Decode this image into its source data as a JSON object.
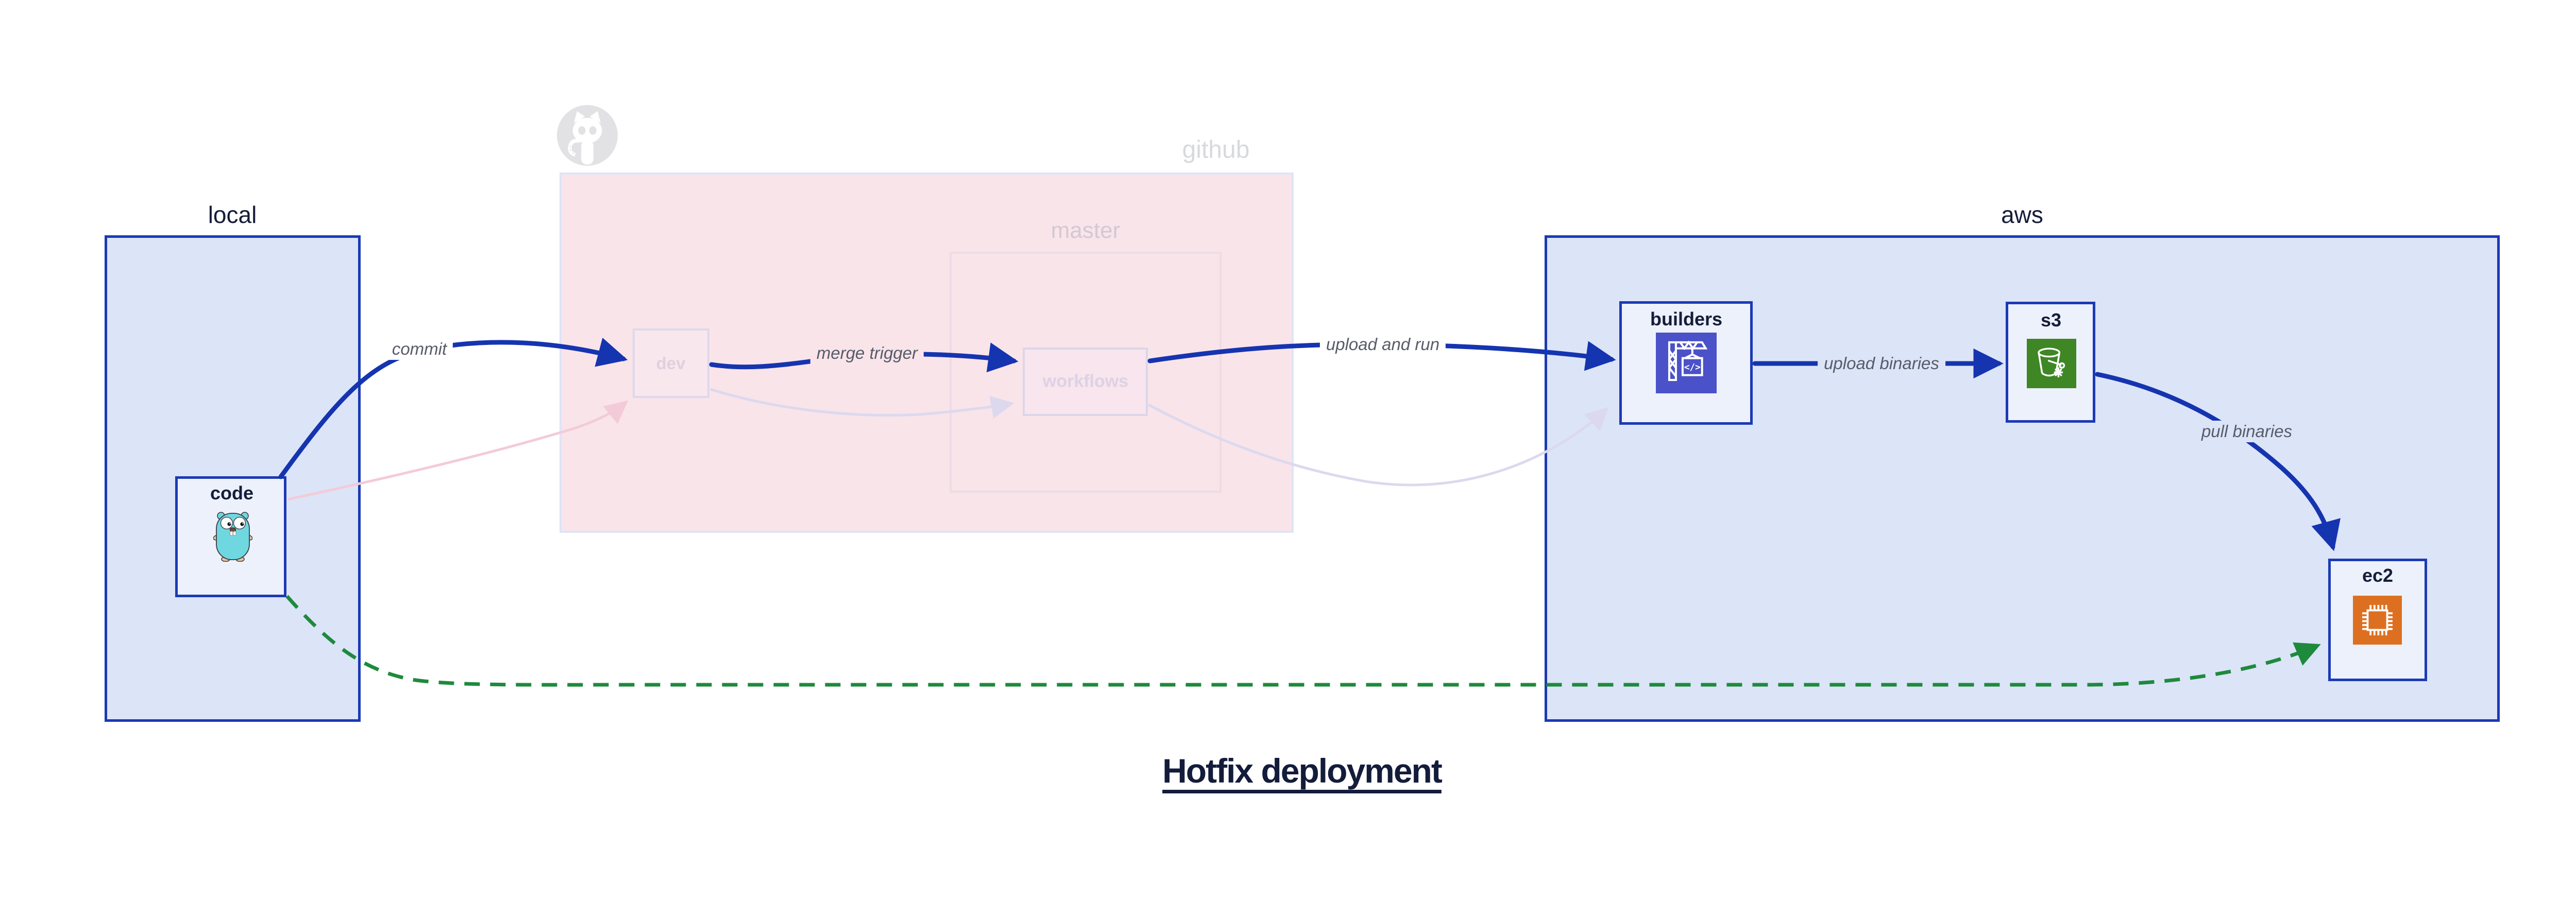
{
  "title": {
    "text": "Hotfix deployment"
  },
  "containers": {
    "local": {
      "label": "local"
    },
    "github": {
      "label": "github",
      "icon": "octocat-icon",
      "dev": {
        "label": "dev"
      },
      "master": {
        "label": "master",
        "workflows": {
          "label": "workflows"
        }
      }
    },
    "aws": {
      "label": "aws"
    }
  },
  "nodes": {
    "code": {
      "label": "code",
      "icon": "go-gopher-icon"
    },
    "builders": {
      "label": "builders",
      "icon": "codebuild-crane-icon"
    },
    "s3": {
      "label": "s3",
      "icon": "s3-glacier-bucket-icon"
    },
    "ec2": {
      "label": "ec2",
      "icon": "ec2-chip-icon"
    }
  },
  "edges": {
    "commit": {
      "label": "commit",
      "from": "code",
      "to": "dev",
      "style": "solid-blue"
    },
    "merge_trigger": {
      "label": "merge trigger",
      "from": "dev",
      "to": "workflows",
      "style": "solid-blue"
    },
    "upload_and_run": {
      "label": "upload and run",
      "from": "workflows",
      "to": "builders",
      "style": "solid-blue"
    },
    "upload_binaries": {
      "label": "upload binaries",
      "from": "builders",
      "to": "s3",
      "style": "solid-blue"
    },
    "pull_binaries": {
      "label": "pull binaries",
      "from": "s3",
      "to": "ec2",
      "style": "solid-blue"
    },
    "hotfix_shortcut": {
      "label": "",
      "from": "code",
      "to": "ec2",
      "style": "dashed-green"
    },
    "ghost_code_to_dev": {
      "label": "",
      "from": "code",
      "to": "dev",
      "style": "faded-pink"
    },
    "ghost_dev_to_workflows": {
      "label": "",
      "from": "dev",
      "to": "workflows",
      "style": "faded-lavender"
    },
    "ghost_workflows_to_builders": {
      "label": "",
      "from": "workflows",
      "to": "builders",
      "style": "faded-lavender"
    }
  },
  "colors": {
    "strong_blue": "#1534b0",
    "container_border_blue": "#1b3ab5",
    "container_fill": "#dce4f8",
    "node_fill": "#edf1fc",
    "github_fill": "#f9e4ea",
    "ghost_pink": "#f3cbd8",
    "ghost_lavender": "#dcd9ee",
    "hotfix_green": "#1e8a3c",
    "edge_label_gray": "#575c69",
    "dark_navy": "#161d38",
    "faded_text": "#d8d9df",
    "codebuild_purple": "#4b51c8",
    "s3_green": "#3f8624",
    "ec2_orange": "#dd7020",
    "gopher_teal": "#6fd7e0",
    "octocat_gray": "#e2e2e5"
  }
}
